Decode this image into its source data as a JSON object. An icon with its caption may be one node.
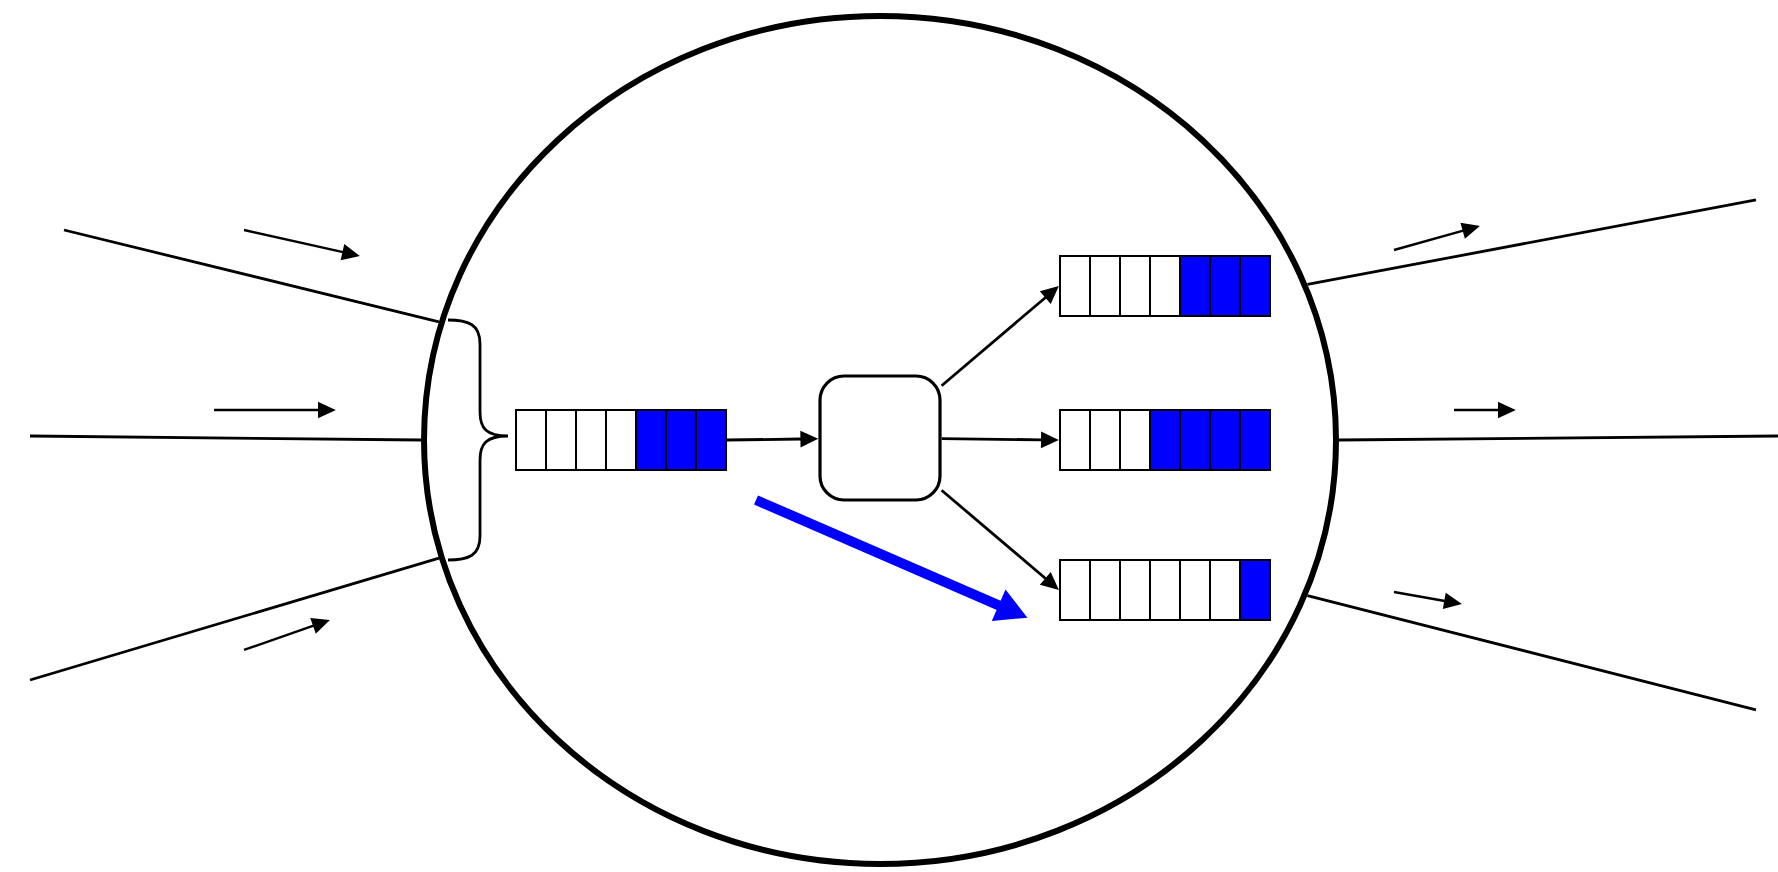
{
  "diagram": {
    "nodes": [
      {
        "text": [],
        "shape": "circle"
      },
      {
        "text": [],
        "shape": "box",
        "in": 0
      },
      {
        "text": [],
        "shape": "box",
        "in": 0
      },
      {
        "text": [],
        "shape": "box",
        "in": 0
      },
      {
        "text": [],
        "shape": "box",
        "in": 0
      },
      {
        "text": [],
        "shape": "box",
        "in": 0
      }
    ],
    "edges": [
      {
        "from": null,
        "to": 0,
        "arrow": "none"
      },
      {
        "from": null,
        "to": 0,
        "arrow": "none"
      },
      {
        "from": null,
        "to": 0,
        "arrow": "none"
      },
      {
        "from": 1,
        "to": 2,
        "arrow": "to"
      },
      {
        "from": 2,
        "to": 3,
        "arrow": "to"
      },
      {
        "from": 2,
        "to": 4,
        "arrow": "to"
      },
      {
        "from": 2,
        "to": 5,
        "arrow": "to"
      },
      {
        "from": 0,
        "to": null,
        "arrow": "none"
      },
      {
        "from": 0,
        "to": null,
        "arrow": "none"
      },
      {
        "from": 0,
        "to": null,
        "arrow": "none"
      }
    ]
  }
}
